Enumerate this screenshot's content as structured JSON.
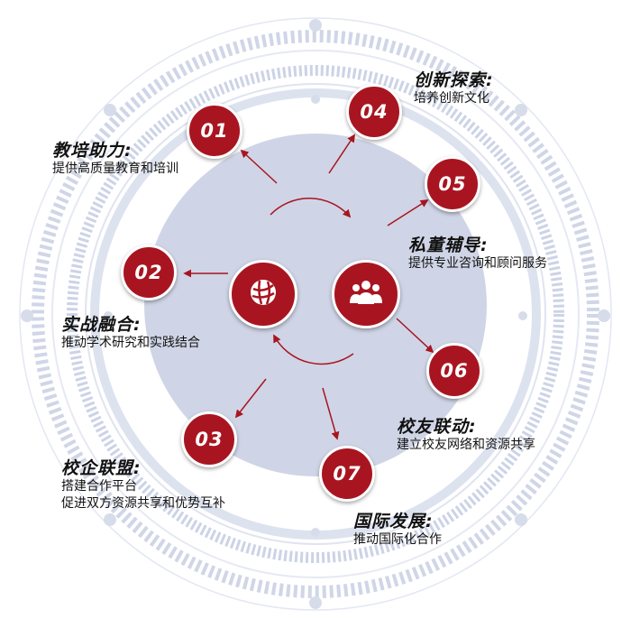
{
  "colors": {
    "accent": "#a81520",
    "ring_light": "#dde2ef",
    "ring_mid": "#c3cadf",
    "core": "#cfd5e6",
    "text": "#111111"
  },
  "hubs": {
    "left_icon": "globe-icon",
    "right_icon": "people-group-icon"
  },
  "items": [
    {
      "num": "01",
      "title": "教培助力:",
      "lines": [
        "提供高质量教育和培训"
      ]
    },
    {
      "num": "02",
      "title": "实战融合:",
      "lines": [
        "推动学术研究和实践结合"
      ]
    },
    {
      "num": "03",
      "title": "校企联盟:",
      "lines": [
        "搭建合作平台",
        "促进双方资源共享和优势互补"
      ]
    },
    {
      "num": "04",
      "title": "创新探索:",
      "lines": [
        "培养创新文化"
      ]
    },
    {
      "num": "05",
      "title": "私董辅导:",
      "lines": [
        "提供专业咨询和顾问服务"
      ]
    },
    {
      "num": "06",
      "title": "校友联动:",
      "lines": [
        "建立校友网络和资源共享"
      ]
    },
    {
      "num": "07",
      "title": "国际发展:",
      "lines": [
        "推动国际化合作"
      ]
    }
  ]
}
